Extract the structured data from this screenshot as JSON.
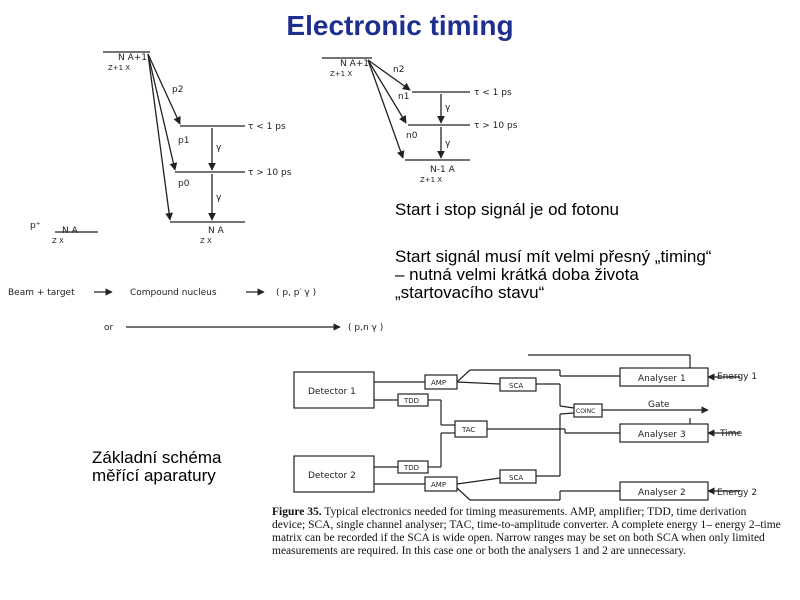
{
  "title": "Electronic timing",
  "right_notes": {
    "line1": "Start i stop signál je od fotonu",
    "line2": "Start signál musí mít velmi přesný „timing“",
    "line3": "– nutná velmi krátká doba života",
    "line4": "„startovacího stavu“"
  },
  "left_note": {
    "line1": "Základní schéma",
    "line2": "měřící aparatury"
  },
  "level_diagram": {
    "compound_label": "N  A+1",
    "compound_sub": "Z+1 X",
    "final_label": "N  A",
    "final_sub": "Z X",
    "initial_label": "N  A",
    "initial_sub": "Z X",
    "left_particle": "p⁺",
    "p2": "p2",
    "p1": "p1",
    "p0": "p0",
    "tau1": "τ < 1 ps",
    "tau10": "τ > 10 ps",
    "gamma": "γ",
    "n2": "n2",
    "n1": "n1",
    "n0": "n0",
    "tau1_b": "τ < 1 ps",
    "tau10_b": "τ > 10 ps",
    "right_final_label": "N-1  A",
    "right_final_sub": "Z+1 X"
  },
  "reaction": {
    "beam": "Beam + target",
    "compound": "Compound nucleus",
    "ppg": "( p, p′ γ )",
    "or": "or",
    "png": "( p,n γ )"
  },
  "schematic": {
    "detector1": "Detector 1",
    "detector2": "Detector 2",
    "amp": "AMP",
    "tdd": "TDD",
    "tac": "TAC",
    "sca": "SCA",
    "coinc": "COINC",
    "analyser1": "Analyser 1",
    "analyser2": "Analyser 2",
    "analyser3": "Analyser 3",
    "energy1": "Energy 1",
    "energy2": "Energy 2",
    "gate": "Gate",
    "time": "Time"
  },
  "caption": {
    "figure": "Figure 35.",
    "text": "Typical electronics needed for timing measurements. AMP, amplifier; TDD, time derivation device; SCA, single channel analyser; TAC, time-to-amplitude converter. A complete energy 1– energy 2–time matrix can be recorded if the SCA is wide open. Narrow ranges may be set on both SCA when only limited measurements are required. In this case one or both the analysers 1 and 2 are unnecessary."
  },
  "colors": {
    "title": "#1f2f8f",
    "line": "#222222"
  }
}
